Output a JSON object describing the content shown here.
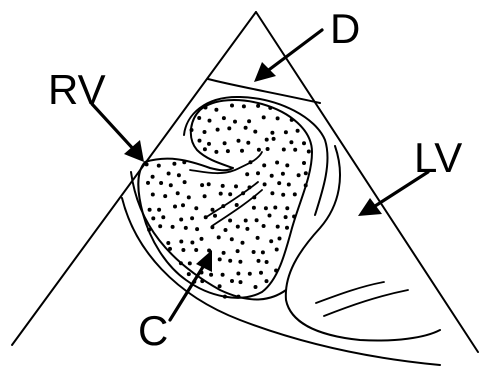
{
  "labels": {
    "D": "D",
    "RV": "RV",
    "LV": "LV",
    "C": "C"
  },
  "colors": {
    "ink": "#000000",
    "background": "#ffffff"
  }
}
